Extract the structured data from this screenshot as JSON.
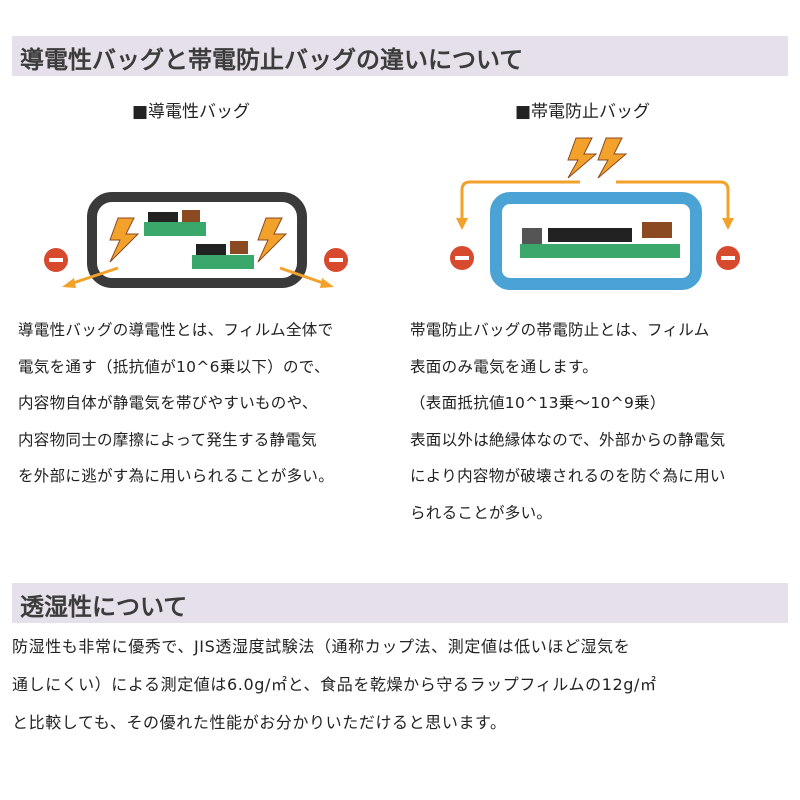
{
  "section1": {
    "title": "導電性バッグと帯電防止バッグの違いについて"
  },
  "conductive": {
    "heading": "■導電性バッグ",
    "lines": [
      "導電性バッグの導電性とは、フィルム全体で",
      "電気を通す（抵抗値が10^6乗以下）ので、",
      "内容物自体が静電気を帯びやすいものや、",
      "内容物同士の摩擦によって発生する静電気",
      "を外部に逃がす為に用いられることが多い。"
    ]
  },
  "antistatic": {
    "heading": "■帯電防止バッグ",
    "lines": [
      "帯電防止バッグの帯電防止とは、フィルム",
      "表面のみ電気を通します。",
      "（表面抵抗値10^13乗～10^9乗）",
      "表面以外は絶縁体なので、外部からの静電気",
      "により内容物が破壊されるのを防ぐ為に用い",
      "られることが多い。"
    ]
  },
  "section2": {
    "title": "透湿性について",
    "lines": [
      "防湿性も非常に優秀で、JIS透湿度試験法（通称カップ法、測定値は低いほど湿気を",
      "通しにくい）による測定値は6.0g/㎡と、食品を乾燥から守るラップフィルムの12g/㎡",
      "と比較しても、その優れた性能がお分かりいただけると思います。"
    ]
  },
  "icons": {
    "bag": "bag-icon",
    "lightning": "lightning-icon",
    "minus": "minus-charge-icon",
    "arrow": "arrow-icon",
    "board": "circuit-board-icon"
  },
  "colors": {
    "header_bg": "#e6e0ea",
    "conductive_bag": "#3a3a3a",
    "antistatic_bag": "#4aa3d4",
    "lightning": "#f2a22a",
    "arrow": "#f2a22a",
    "minus": "#d84a2e",
    "board": "#3aa86a"
  }
}
